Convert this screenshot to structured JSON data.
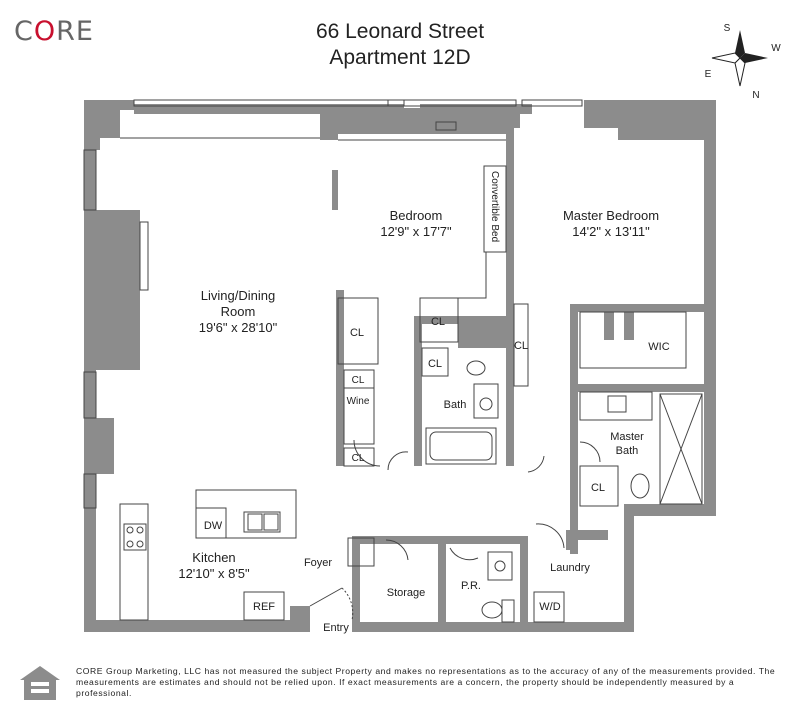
{
  "brand": {
    "logo_prefix": "C",
    "logo_accent": "O",
    "logo_suffix": "RE",
    "accent_color": "#c8102e"
  },
  "header": {
    "address": "66 Leonard Street",
    "unit": "Apartment 12D"
  },
  "compass": {
    "n": "N",
    "s": "S",
    "e": "E",
    "w": "W"
  },
  "rooms": {
    "living": {
      "name_line1": "Living/Dining",
      "name_line2": "Room",
      "dims": "19'6\" x 28'10\""
    },
    "bedroom": {
      "name": "Bedroom",
      "dims": "12'9\" x 17'7\""
    },
    "master": {
      "name": "Master Bedroom",
      "dims": "14'2\" x 13'11\""
    },
    "kitchen": {
      "name": "Kitchen",
      "dims": "12'10\" x 8'5\""
    },
    "bath": "Bath",
    "master_bath_line1": "Master",
    "master_bath_line2": "Bath",
    "wic": "WIC",
    "laundry": "Laundry",
    "storage": "Storage",
    "pr": "P.R.",
    "foyer": "Foyer",
    "entry": "Entry",
    "convertible_bed": "Convertible Bed",
    "closet": "CL",
    "wine": "Wine",
    "dw": "DW",
    "ref": "REF",
    "wd": "W/D"
  },
  "wall_color": "#8c8c8c",
  "disclaimer": "CORE Group Marketing, LLC has not measured the subject Property and makes no representations as to the accuracy of any of the measurements provided. The measurements are estimates and should not be relied upon. If exact measurements are a concern, the property should be independently measured by a professional."
}
